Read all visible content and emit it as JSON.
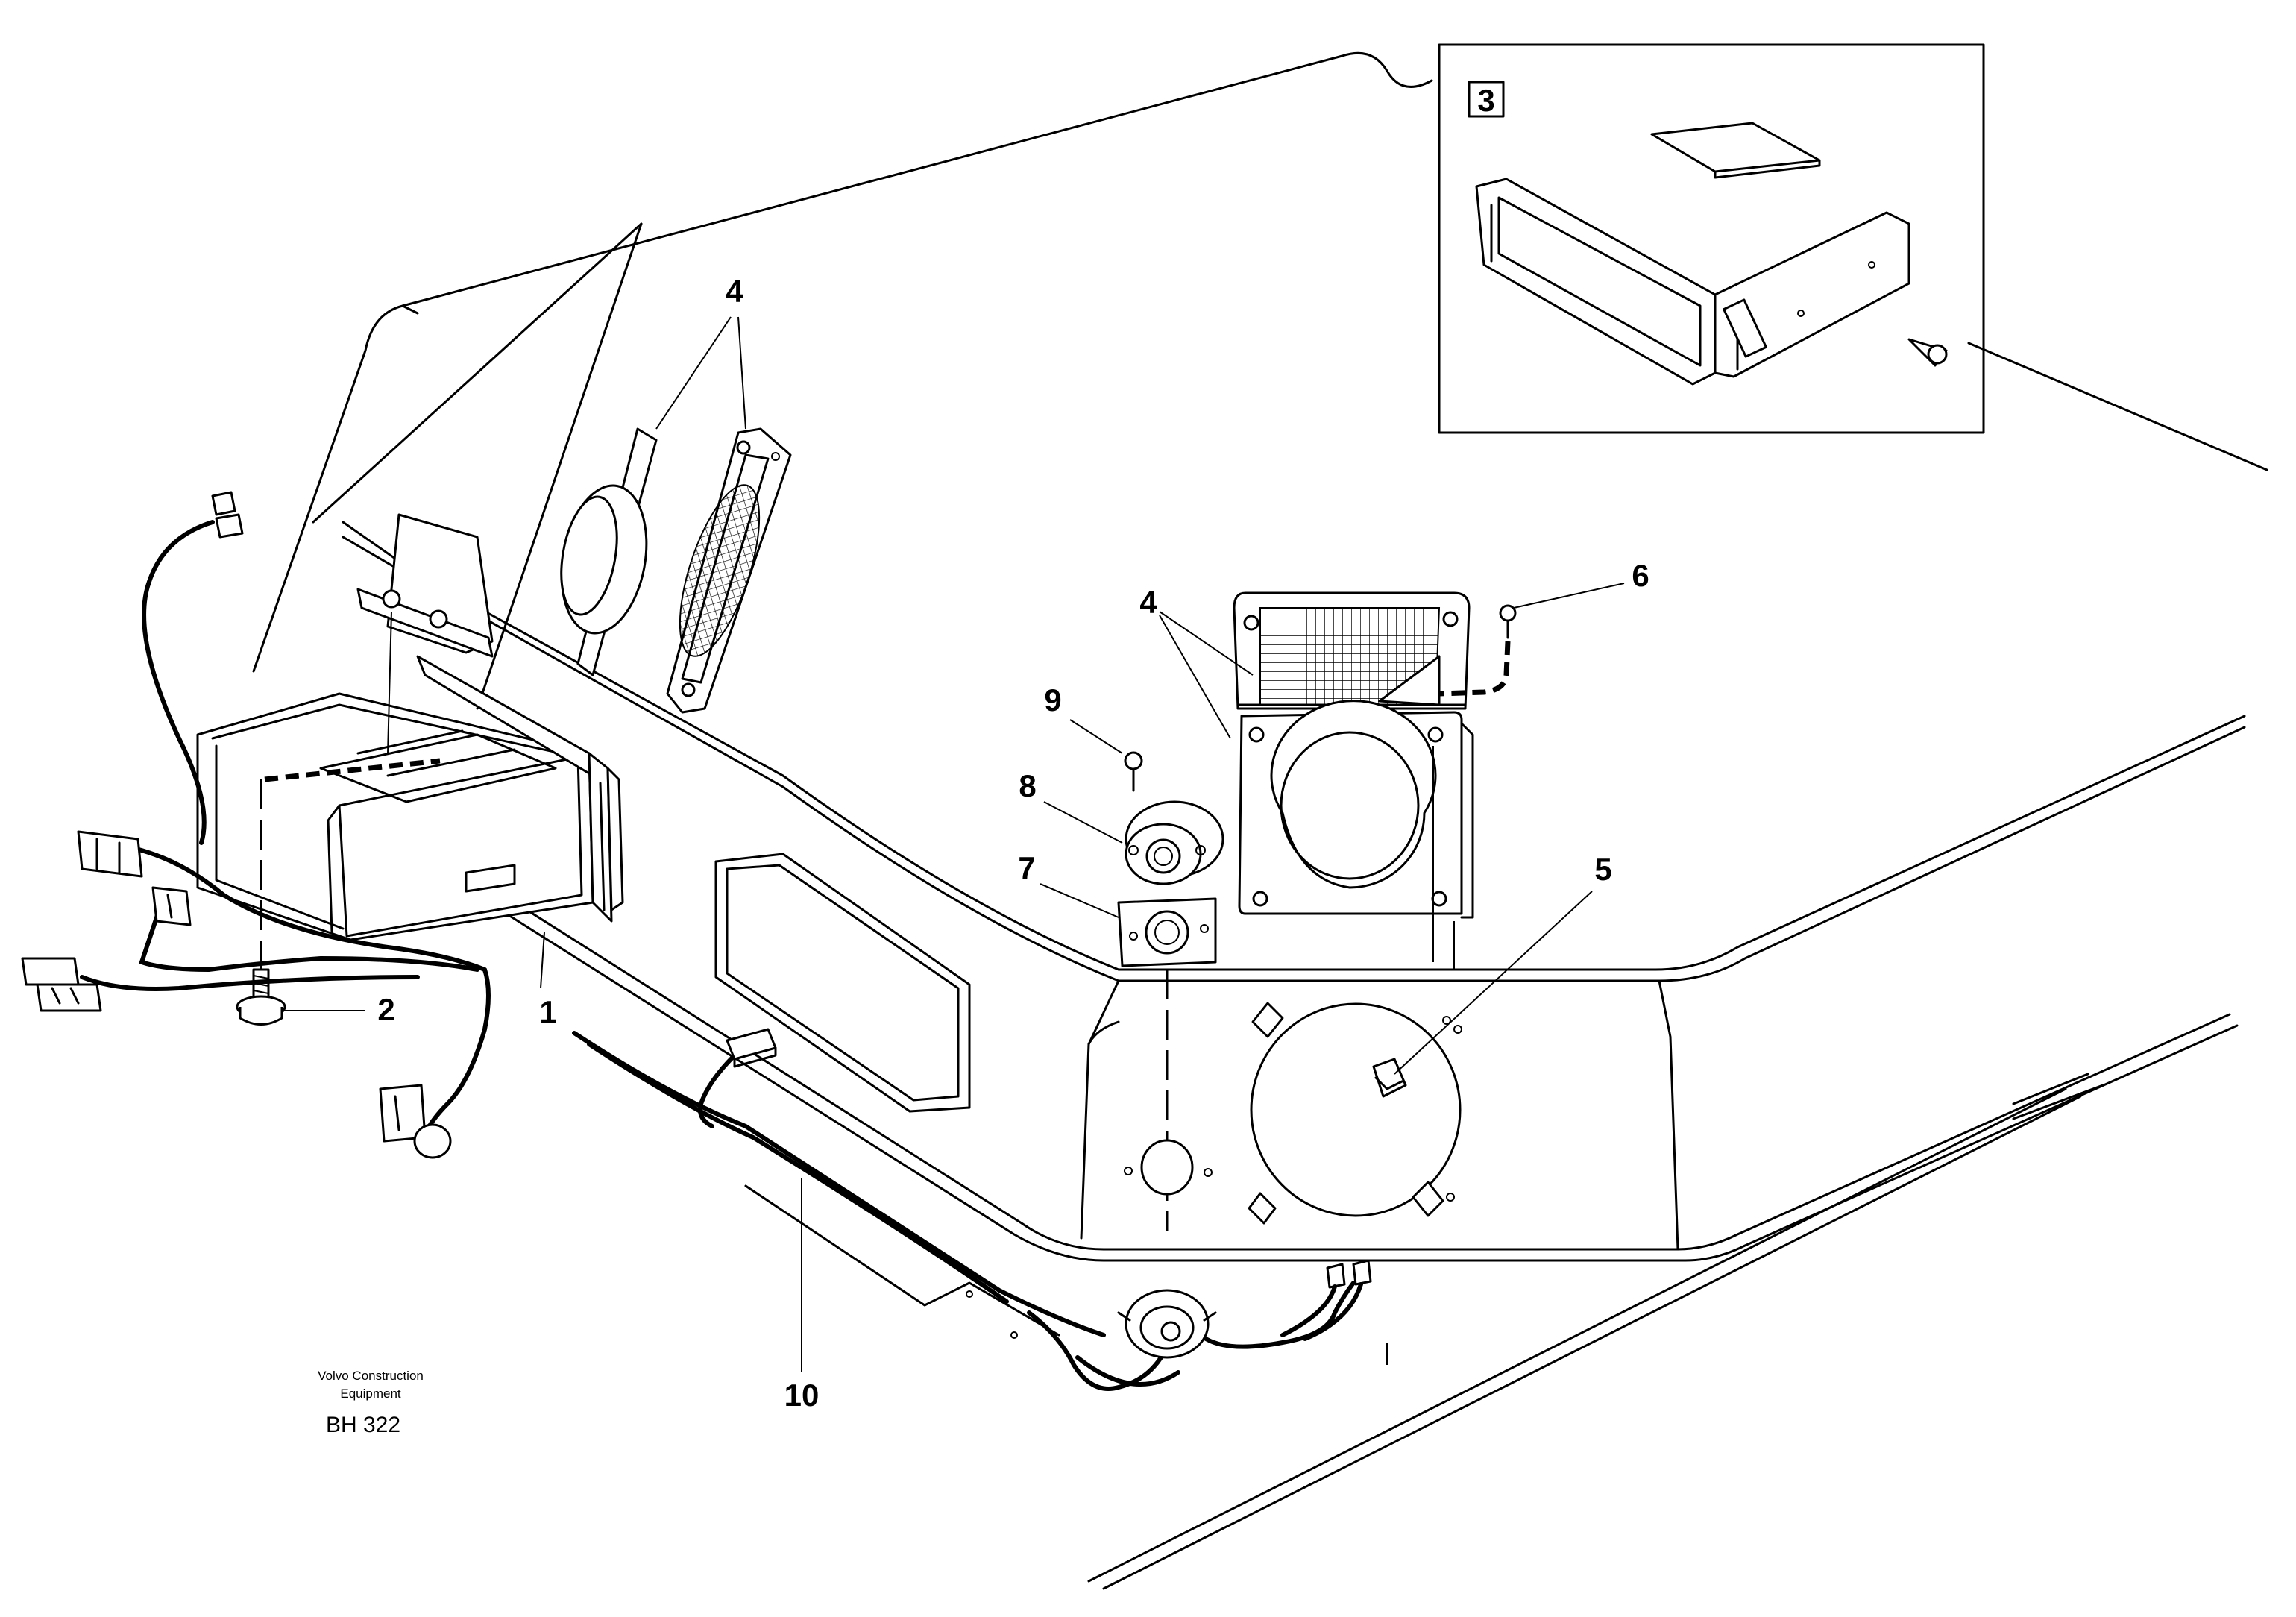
{
  "callouts": {
    "c1": "1",
    "c2": "2",
    "c3": "3",
    "c4a": "4",
    "c4b": "4",
    "c5": "5",
    "c6": "6",
    "c7": "7",
    "c8": "8",
    "c9": "9",
    "c10": "10"
  },
  "caption": {
    "line1": "Volvo Construction",
    "line2": "Equipment",
    "code": "BH 322"
  }
}
